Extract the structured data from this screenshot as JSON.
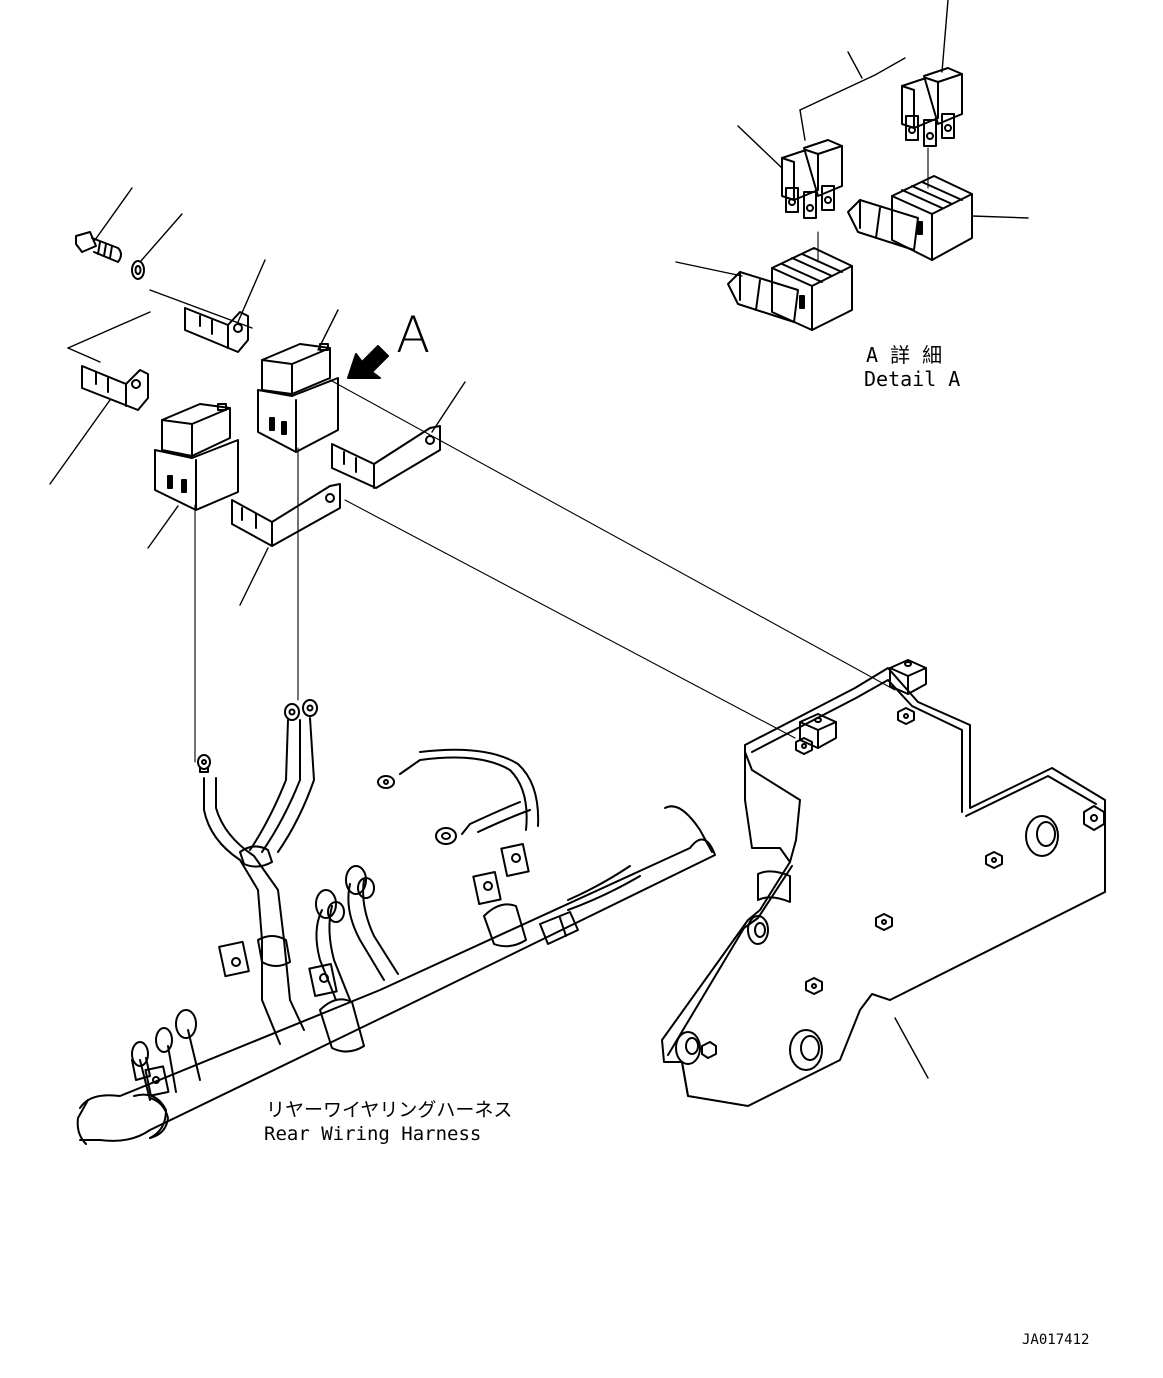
{
  "labels": {
    "view_marker": "A",
    "detail_jp": "A 詳 細",
    "detail_en": "Detail A",
    "harness_jp": "リヤーワイヤリングハーネス",
    "harness_en": "Rear Wiring Harness",
    "drawing_id": "JA017412"
  }
}
